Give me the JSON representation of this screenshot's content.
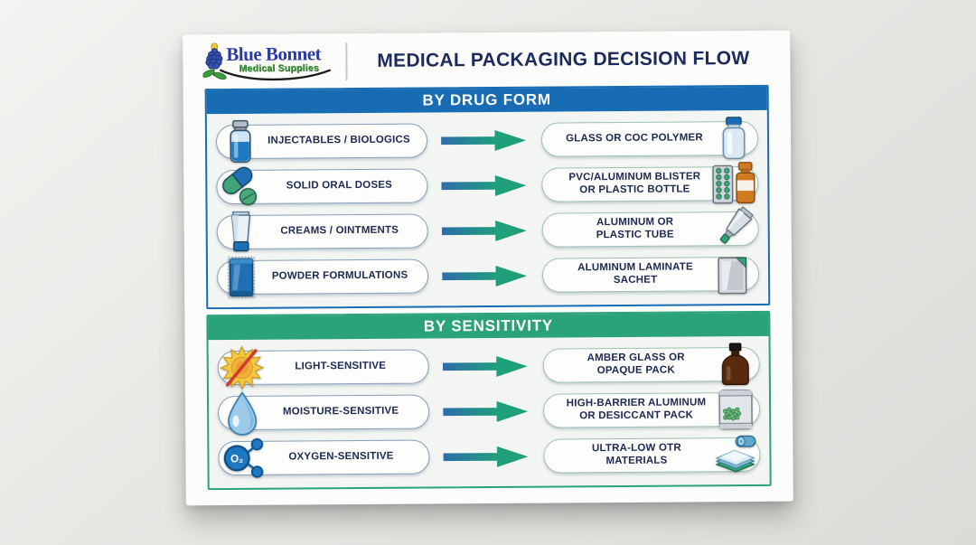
{
  "header": {
    "logo": {
      "name": "Blue Bonnet",
      "tagline": "Medical Supplies"
    },
    "title": "MEDICAL PACKAGING DECISION FLOW"
  },
  "colors": {
    "blue_accent": "#176cb4",
    "green_accent": "#2ba37a",
    "navy_text": "#1e2a52",
    "arrow_start": "#2e6cab",
    "arrow_end": "#1fa07b",
    "logo_blue": "#2b3aa6",
    "logo_green": "#3f9b3e"
  },
  "sections": [
    {
      "banner": "BY DRUG FORM",
      "accent": "#176cb4",
      "rows": [
        {
          "left": "INJECTABLES / BIOLOGICS",
          "left_icon": "vial-icon",
          "right": "GLASS OR COC POLYMER",
          "right_icon": "glass-vial-icon"
        },
        {
          "left": "SOLID ORAL DOSES",
          "left_icon": "capsule-tablet-icon",
          "right": "PVC/ALUMINUM BLISTER\nOR PLASTIC BOTTLE",
          "right_icon": "blister-bottle-icon"
        },
        {
          "left": "CREAMS / OINTMENTS",
          "left_icon": "cream-tube-icon",
          "right": "ALUMINUM OR\nPLASTIC TUBE",
          "right_icon": "metal-tube-icon"
        },
        {
          "left": "POWDER FORMULATIONS",
          "left_icon": "powder-sachet-icon",
          "right": "ALUMINUM LAMINATE\nSACHET",
          "right_icon": "laminate-sachet-icon"
        }
      ]
    },
    {
      "banner": "BY SENSITIVITY",
      "accent": "#2ba37a",
      "rows": [
        {
          "left": "LIGHT-SENSITIVE",
          "left_icon": "sun-crossed-icon",
          "right": "AMBER GLASS OR\nOPAQUE PACK",
          "right_icon": "amber-bottle-icon"
        },
        {
          "left": "MOISTURE-SENSITIVE",
          "left_icon": "droplet-icon",
          "right": "HIGH-BARRIER ALUMINUM\nOR DESICCANT PACK",
          "right_icon": "desiccant-pack-icon"
        },
        {
          "left": "OXYGEN-SENSITIVE",
          "left_icon": "o2-molecule-icon",
          "right": "ULTRA-LOW OTR\nMATERIALS",
          "right_icon": "film-roll-icon"
        }
      ]
    }
  ]
}
